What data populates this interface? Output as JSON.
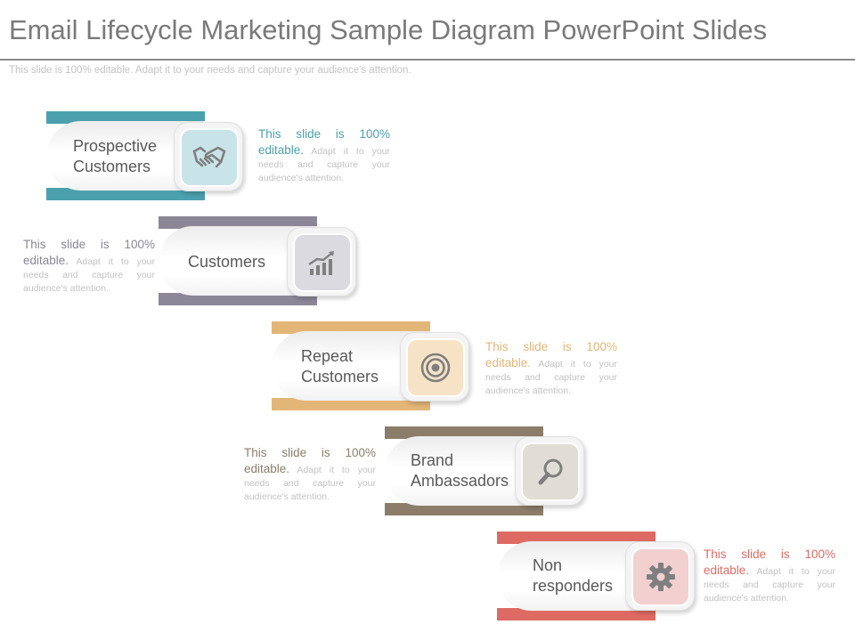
{
  "title": "Email Lifecycle Marketing Sample Diagram PowerPoint Slides",
  "subtitle": "This slide is 100% editable. Adapt it to your needs and capture your audience's attention.",
  "stages": [
    {
      "label": "Prospective Customers",
      "icon": "handshake-icon",
      "color": "#4aa1ad",
      "tint": "#c9e4e9",
      "desc_lead": "This slide is 100% editable.",
      "desc_body": "Adapt it to your needs and capture your audience's attention."
    },
    {
      "label": "Customers",
      "icon": "growth-chart-icon",
      "color": "#8b8797",
      "tint": "#dcdae1",
      "desc_lead": "This slide is 100% editable.",
      "desc_body": "Adapt it to your needs and capture your audience's attention."
    },
    {
      "label": "Repeat Customers",
      "icon": "target-icon",
      "color": "#e3b677",
      "tint": "#f6e3c6",
      "desc_lead": "This slide is 100% editable.",
      "desc_body": "Adapt it to your needs and capture your audience's attention."
    },
    {
      "label": "Brand Ambassadors",
      "icon": "magnifier-icon",
      "color": "#8c7d6a",
      "tint": "#e0ddd6",
      "desc_lead": "This slide is 100% editable.",
      "desc_body": "Adapt it to your needs and capture your audience's attention."
    },
    {
      "label": "Non responders",
      "icon": "gear-icon",
      "color": "#de6b63",
      "tint": "#f3d0d0",
      "desc_lead": "This slide is 100% editable.",
      "desc_body": "Adapt it to your needs and capture your audience's attention."
    }
  ]
}
